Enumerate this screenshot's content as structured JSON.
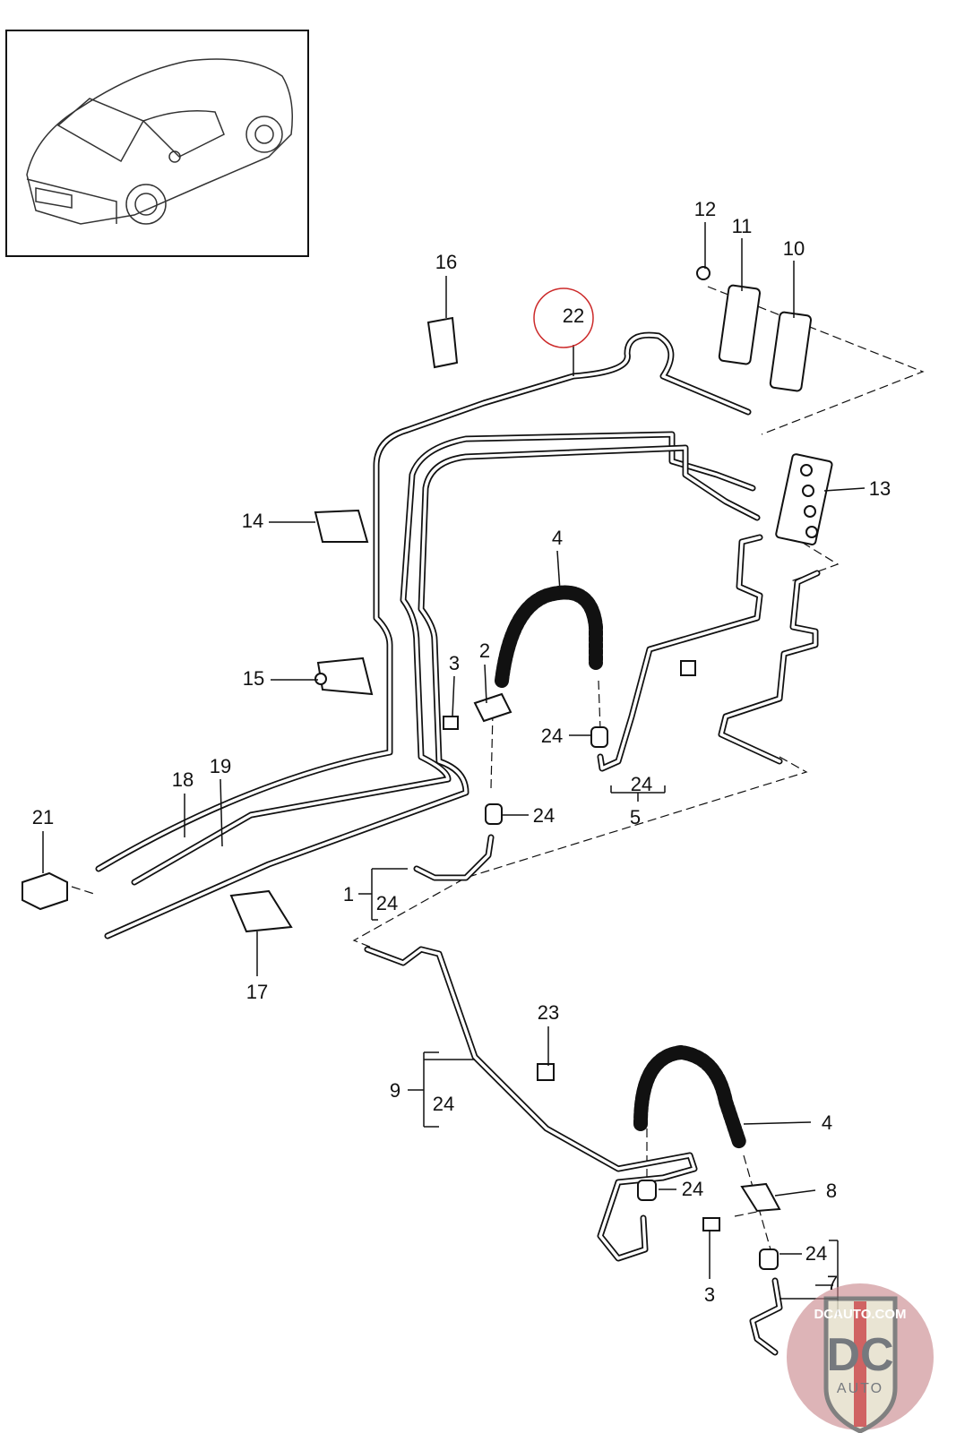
{
  "diagram": {
    "callouts": [
      "12",
      "11",
      "10",
      "16",
      "22",
      "13",
      "14",
      "4",
      "3",
      "2",
      "15",
      "24",
      "24",
      "5",
      "19",
      "18",
      "24",
      "21",
      "1",
      "24",
      "17",
      "23",
      "9",
      "24",
      "4",
      "24",
      "8",
      "3",
      "24",
      "7"
    ],
    "highlighted_callout": "22",
    "highlight_color": "#cc2a2a"
  },
  "watermark": {
    "url_text": "DCAUTO.COM",
    "logo_letters": "DC",
    "logo_word": "AUTO"
  }
}
